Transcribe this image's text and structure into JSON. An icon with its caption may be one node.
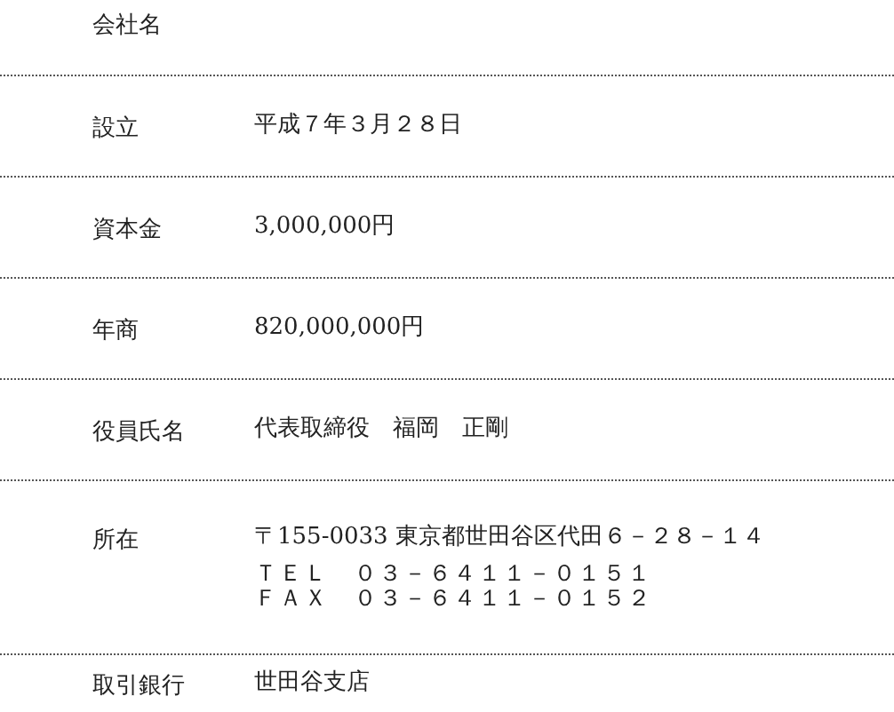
{
  "diagram": {
    "labels": [
      "会社名",
      "設立",
      "平成７年３月２８日",
      "資本金",
      "3,000,000円",
      "年商",
      "820,000,000円",
      "役員氏名",
      "代表取締役　福岡　正剛",
      "所在",
      "〒155-0033 東京都世田谷区代田６－２８－１４",
      "ＴＥＬ　０３－６４１１－０１５１",
      "ＦＡＸ　０３－６４１１－０１５２",
      "取引銀行",
      "世田谷支店"
    ]
  }
}
